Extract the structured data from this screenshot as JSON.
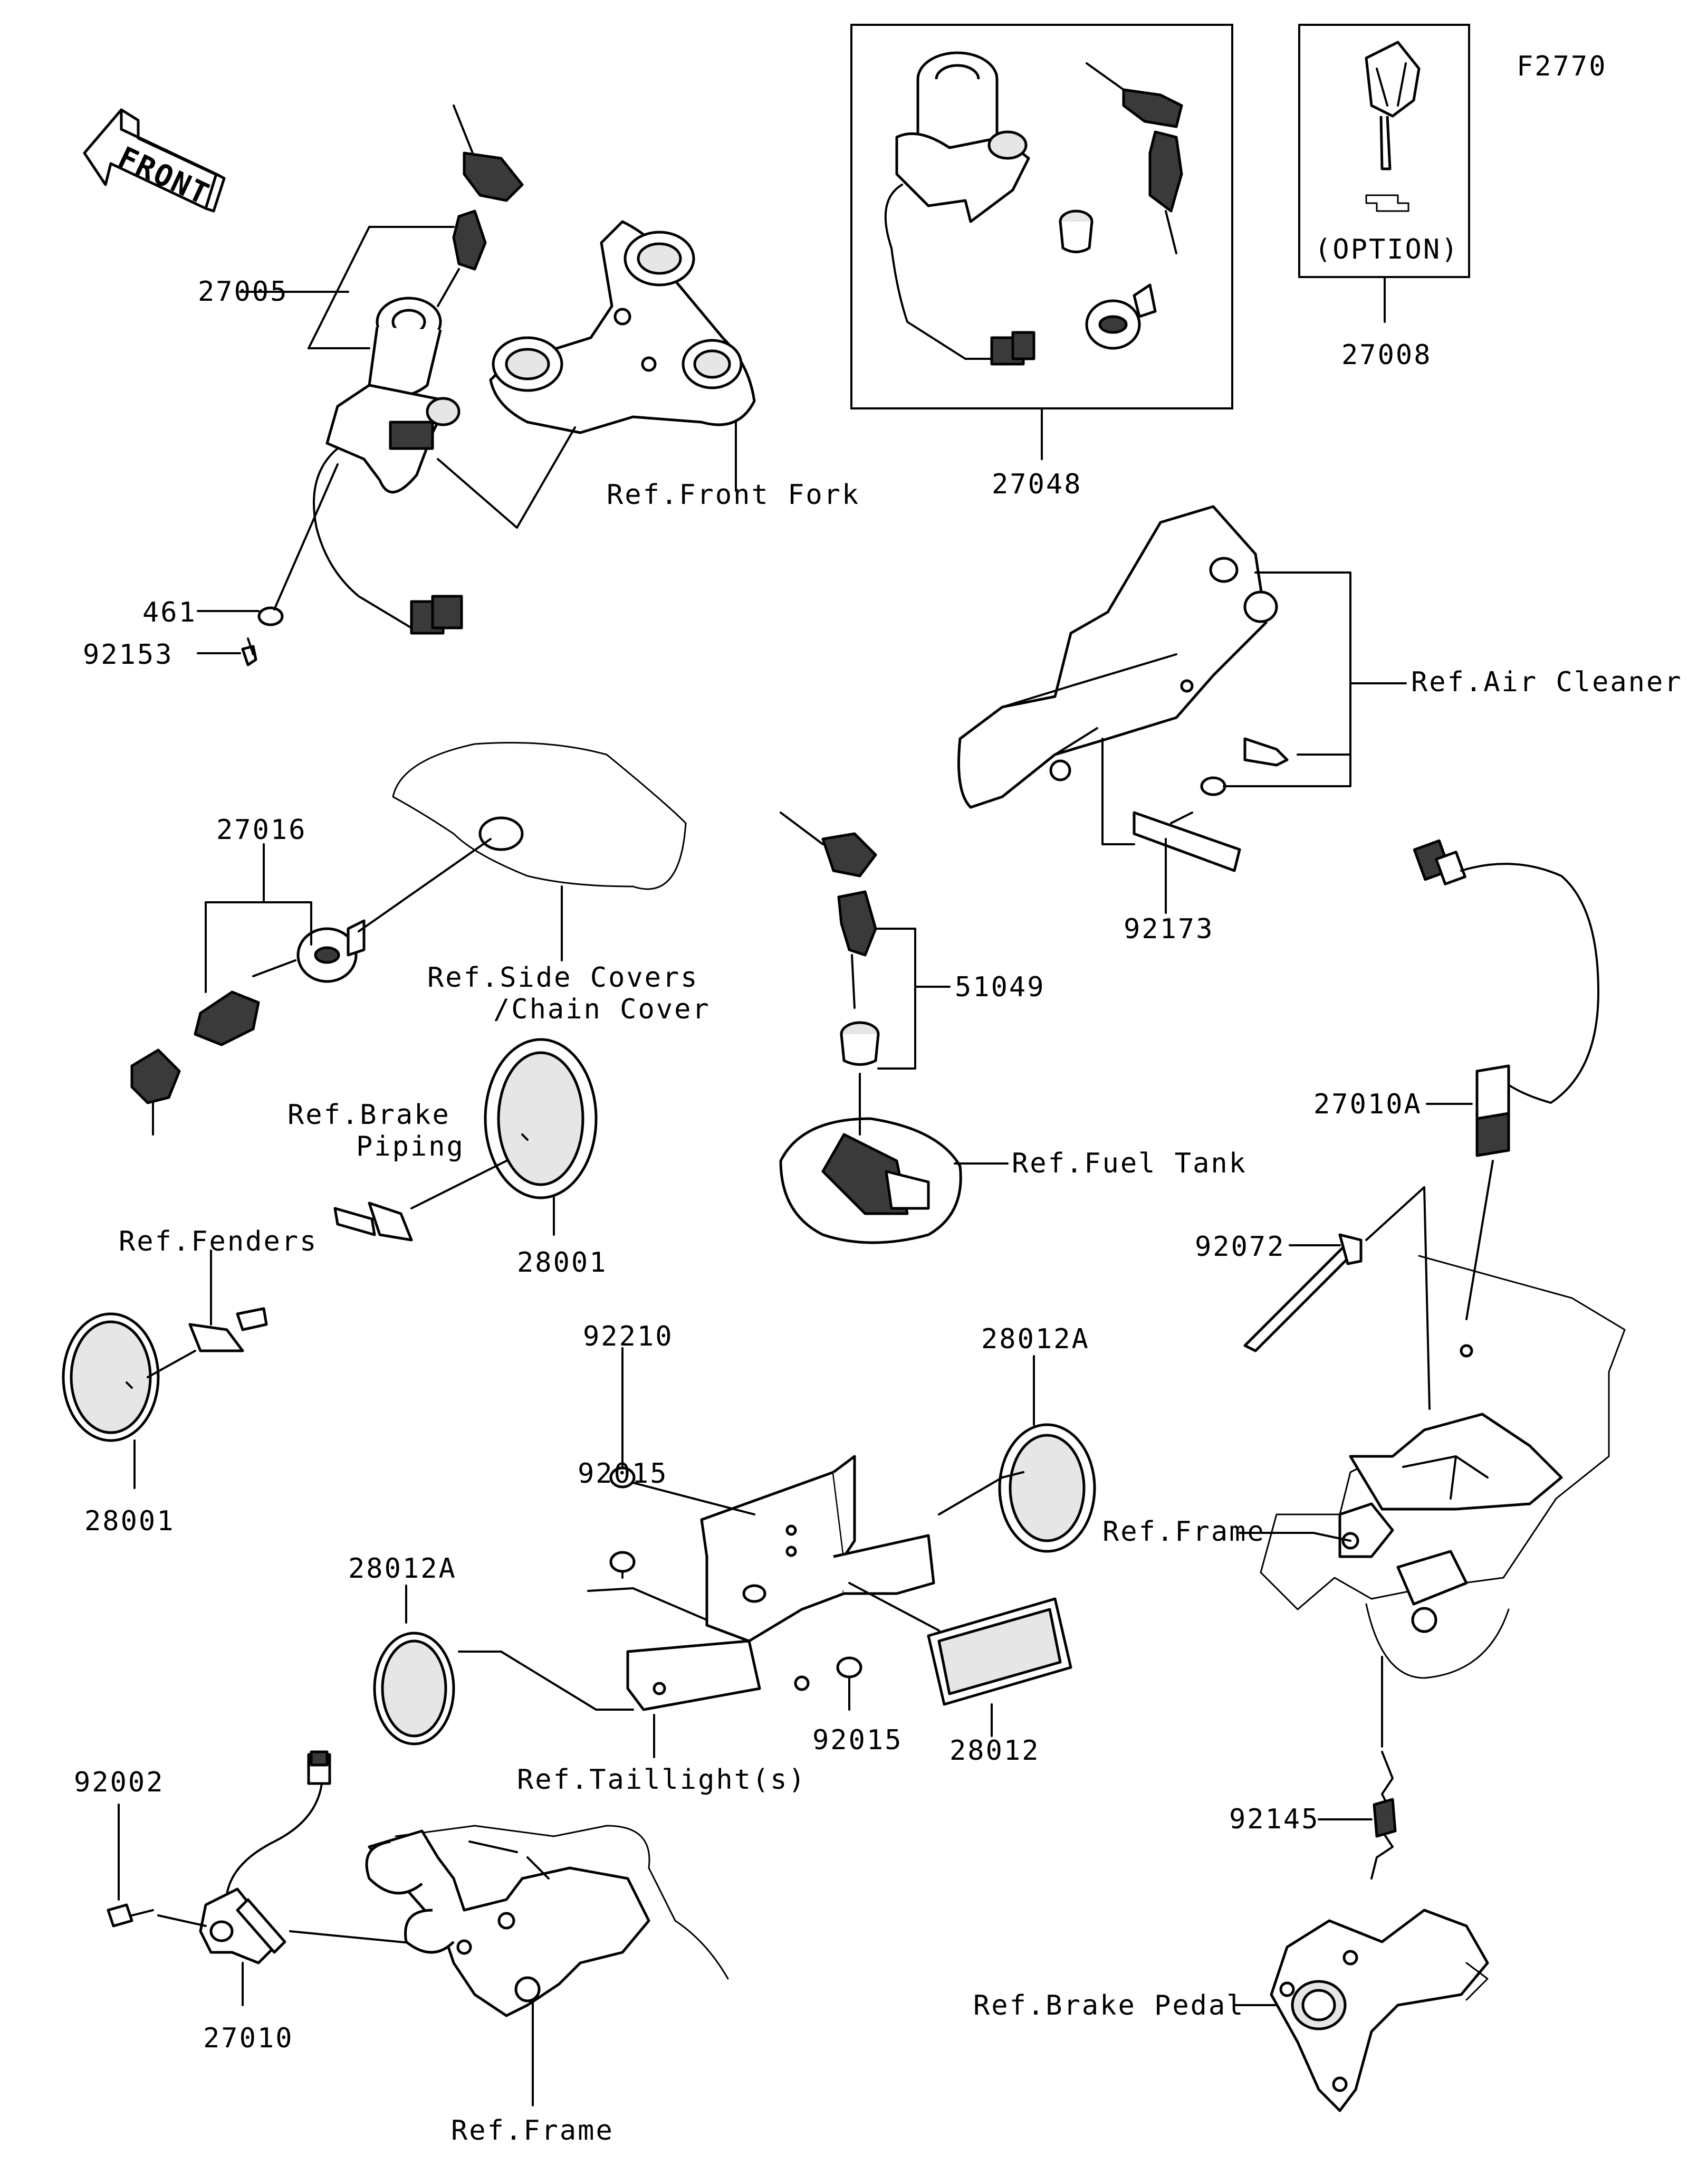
{
  "figure_code": "F2770",
  "front_arrow_text": "FRONT",
  "option_text": "(OPTION)",
  "labels": {
    "p27005": "27005",
    "p461": "461",
    "p92153": "92153",
    "ref_front_fork": "Ref.Front Fork",
    "p27048": "27048",
    "p27008": "27008",
    "ref_air_cleaner": "Ref.Air Cleaner",
    "p92173": "92173",
    "p27016": "27016",
    "ref_side_covers_1": "Ref.Side Covers",
    "ref_side_covers_2": "/Chain Cover",
    "p51049": "51049",
    "ref_fuel_tank": "Ref.Fuel Tank",
    "ref_brake_piping_1": "Ref.Brake",
    "ref_brake_piping_2": "Piping",
    "p28001_a": "28001",
    "ref_fenders": "Ref.Fenders",
    "p28001_b": "28001",
    "p27010a": "27010A",
    "p92072": "92072",
    "p92210": "92210",
    "p28012a_a": "28012A",
    "p92015_a": "92015",
    "ref_frame_a": "Ref.Frame",
    "p28012a_b": "28012A",
    "p92015_b": "92015",
    "p28012": "28012",
    "ref_taillights": "Ref.Taillight(s)",
    "p92002": "92002",
    "p27010": "27010",
    "ref_frame_b": "Ref.Frame",
    "p92145": "92145",
    "ref_brake_pedal": "Ref.Brake Pedal"
  },
  "icons": [
    "front-arrow-icon",
    "ignition-switch-icon",
    "key-icon",
    "fuel-cap-icon",
    "reflector-icon",
    "sensor-icon"
  ]
}
